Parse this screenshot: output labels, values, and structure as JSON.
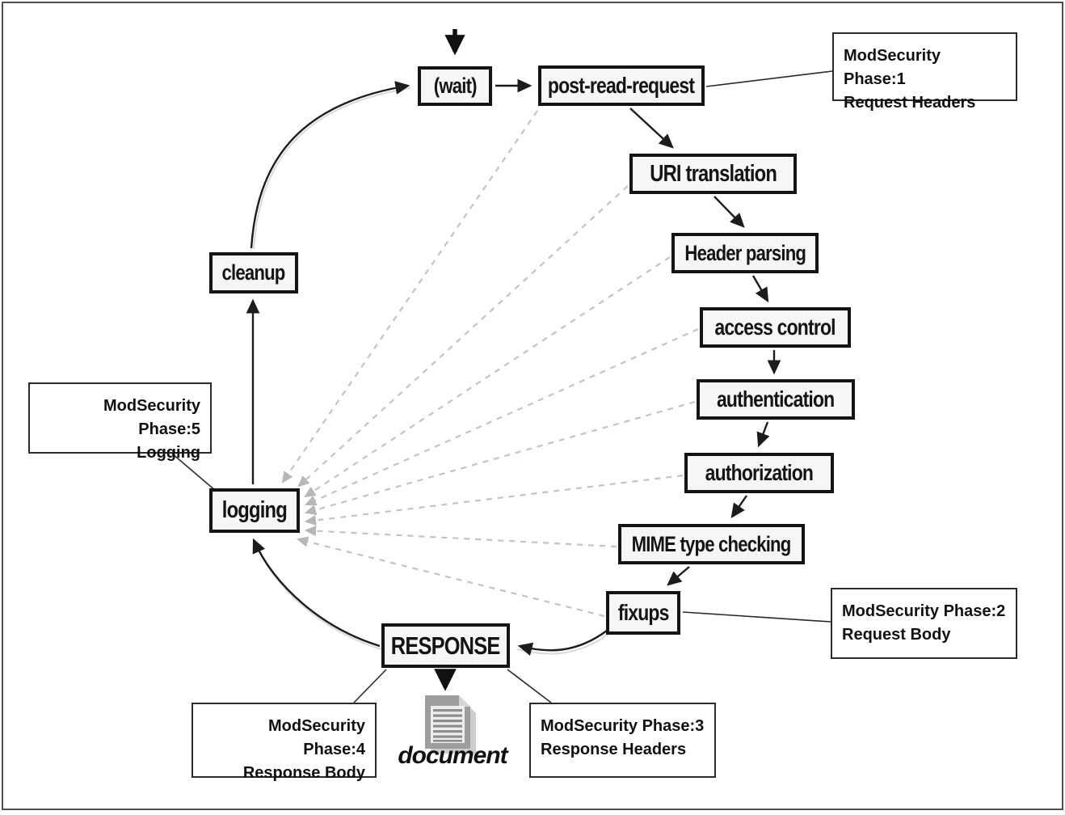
{
  "diagram": {
    "title_hint": "Apache request cycle with ModSecurity phases",
    "nodes": {
      "wait": "(wait)",
      "post_read_request": "post-read-request",
      "uri_translation": "URI translation",
      "header_parsing": "Header parsing",
      "access_control": "access control",
      "authentication": "authentication",
      "authorization": "authorization",
      "mime_type_checking": "MIME type checking",
      "fixups": "fixups",
      "response": "RESPONSE",
      "logging": "logging",
      "cleanup": "cleanup"
    },
    "document_label": "document",
    "annotations": {
      "phase1": {
        "line1": "ModSecurity Phase:1",
        "line2": "Request Headers"
      },
      "phase2": {
        "line1": "ModSecurity Phase:2",
        "line2": "Request Body"
      },
      "phase3": {
        "line1": "ModSecurity Phase:3",
        "line2": "Response Headers"
      },
      "phase4": {
        "line1": "ModSecurity Phase:4",
        "line2": "Response Body"
      },
      "phase5": {
        "line1": "ModSecurity Phase:5",
        "line2": "Logging"
      }
    },
    "colors": {
      "solid_line": "#1c1c1c",
      "dashed_line": "#c3c3c3",
      "node_fill": "#f6f6f6",
      "node_border": "#141414",
      "annotation_border": "#2a2a2a",
      "document_gray": "#9d9d9d"
    }
  }
}
